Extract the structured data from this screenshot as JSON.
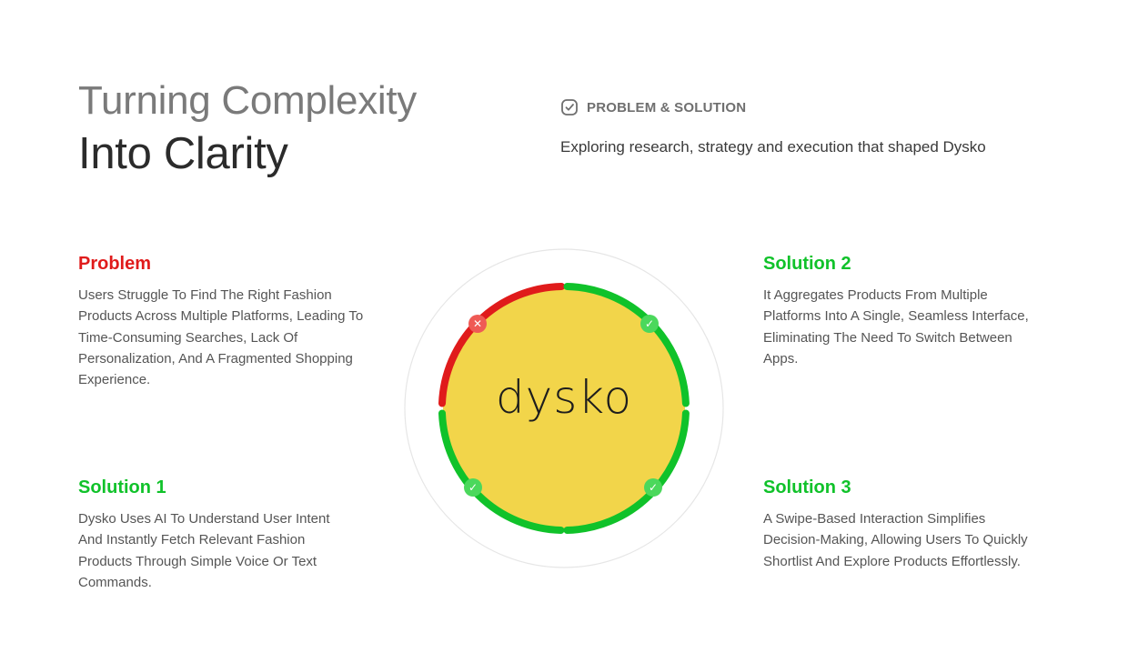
{
  "header": {
    "title_line1": "Turning Complexity",
    "title_line2": "Into Clarity",
    "tag_icon": "check-square-icon",
    "tag_label": "PROBLEM & SOLUTION",
    "subtitle": "Exploring research, strategy and execution that shaped Dysko"
  },
  "colors": {
    "problem": "#e01b1b",
    "solution": "#10c22a",
    "logo_circle": "#f2d54a",
    "outer_ring": "#e6e6e6"
  },
  "center": {
    "logo_text": "dysko",
    "badges": [
      {
        "position": "top-left",
        "icon": "x-icon",
        "symbol": "✕"
      },
      {
        "position": "top-right",
        "icon": "check-icon",
        "symbol": "✓"
      },
      {
        "position": "bottom-left",
        "icon": "check-icon",
        "symbol": "✓"
      },
      {
        "position": "bottom-right",
        "icon": "check-icon",
        "symbol": "✓"
      }
    ]
  },
  "blocks": {
    "problem": {
      "title": "Problem",
      "body": "Users Struggle To Find The Right Fashion Products Across Multiple Platforms, Leading To Time-Consuming Searches, Lack Of Personalization, And A Fragmented Shopping Experience."
    },
    "solution1": {
      "title": "Solution 1",
      "body": "Dysko Uses AI To Understand User Intent And Instantly Fetch Relevant Fashion Products Through Simple Voice Or Text Commands."
    },
    "solution2": {
      "title": "Solution 2",
      "body": "It Aggregates Products From Multiple Platforms Into A Single, Seamless Interface, Eliminating The Need To Switch Between Apps."
    },
    "solution3": {
      "title": "Solution 3",
      "body": "A Swipe-Based Interaction Simplifies Decision-Making, Allowing Users To Quickly Shortlist And Explore Products Effortlessly."
    }
  }
}
